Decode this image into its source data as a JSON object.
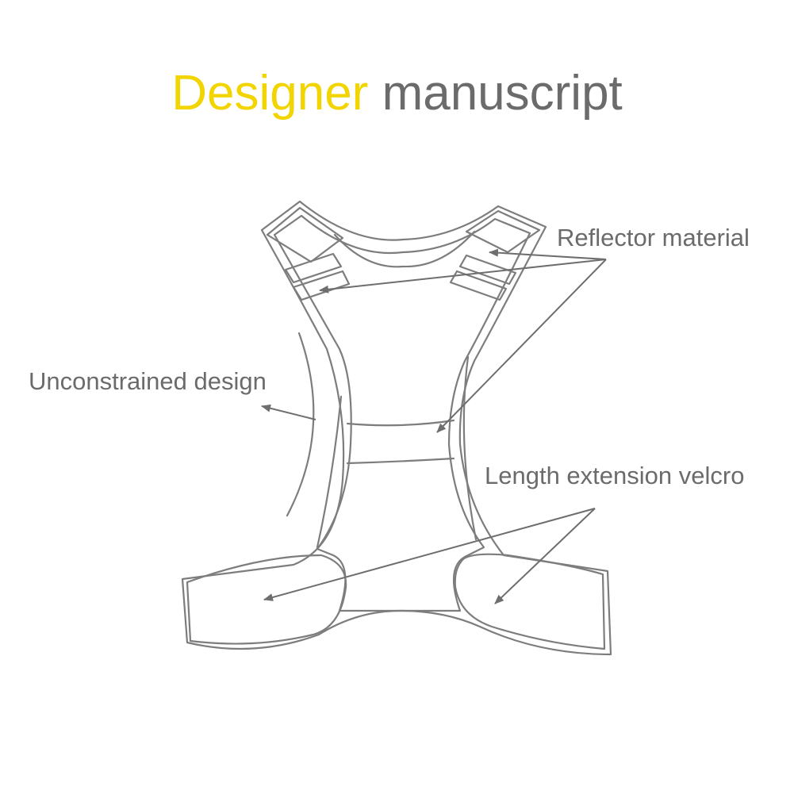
{
  "title": {
    "accent_word": "Designer",
    "rest": "manuscript",
    "accent_color": "#f2d400",
    "text_color": "#6b6b6b"
  },
  "callouts": {
    "reflector": "Reflector material",
    "unconstrained": "Unconstrained design",
    "velcro": "Length extension velcro"
  },
  "colors": {
    "outline": "#7d7d7d",
    "arrow": "#6e6e6e",
    "background": "#ffffff"
  }
}
